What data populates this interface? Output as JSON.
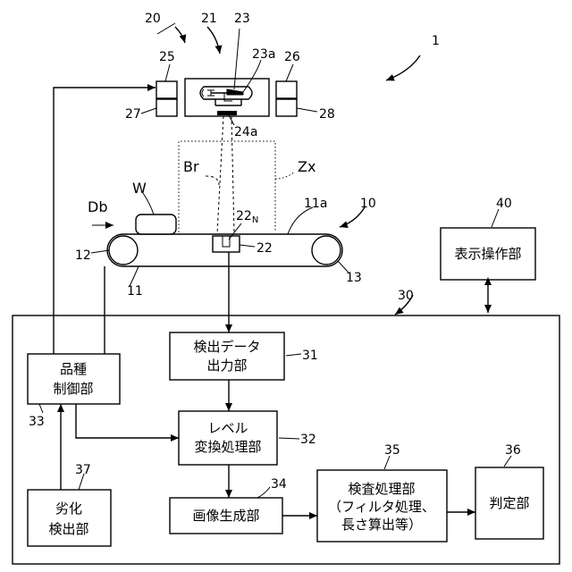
{
  "refs": {
    "r1": "1",
    "r10": "10",
    "r11": "11",
    "r11a": "11a",
    "r12": "12",
    "r13": "13",
    "r20": "20",
    "r21": "21",
    "r22": "22",
    "r22n": "22",
    "r22n_sub": "N",
    "r23": "23",
    "r23a": "23a",
    "r24a": "24a",
    "r25": "25",
    "r26": "26",
    "r27": "27",
    "r28": "28",
    "r30": "30",
    "r31": "31",
    "r32": "32",
    "r33": "33",
    "r34": "34",
    "r35": "35",
    "r36": "36",
    "r37": "37",
    "r40": "40"
  },
  "labels": {
    "w": "W",
    "db": "Db",
    "br": "Br",
    "zx": "Zx"
  },
  "blocks": {
    "display": [
      "表示操作部"
    ],
    "detect_output": [
      "検出データ",
      "出力部"
    ],
    "level_convert": [
      "レベル",
      "変換処理部"
    ],
    "product_control": [
      "品種",
      "制御部"
    ],
    "degrade_detect": [
      "劣化",
      "検出部"
    ],
    "image_gen": [
      "画像生成部"
    ],
    "inspect": [
      "検査処理部",
      "（フィルタ処理、",
      "長さ算出等）"
    ],
    "judge": [
      "判定部"
    ]
  }
}
